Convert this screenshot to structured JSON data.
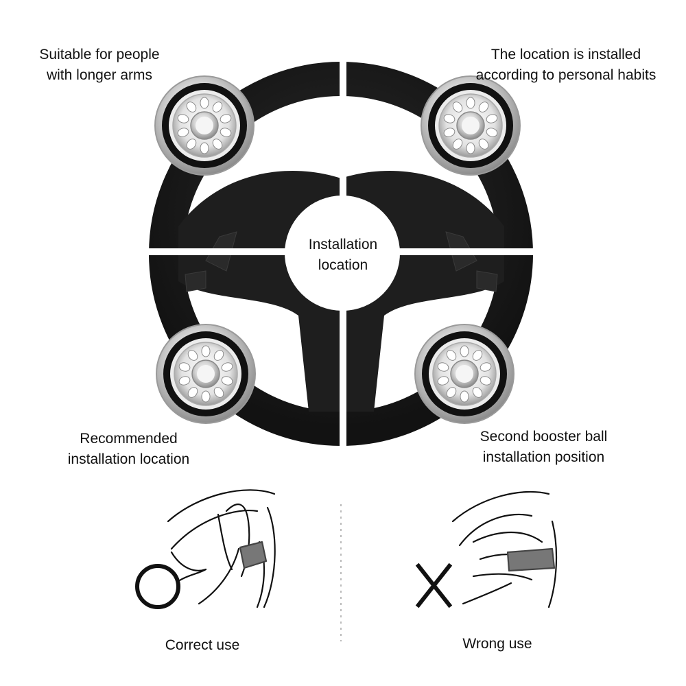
{
  "labels": {
    "top_left": [
      "Suitable for people",
      "with longer arms"
    ],
    "top_right": [
      "The location is installed",
      "according to personal habits"
    ],
    "bottom_left": [
      "Recommended",
      "installation location"
    ],
    "bottom_right": [
      "Second booster ball",
      "installation position"
    ],
    "center": [
      "Installation",
      "location"
    ]
  },
  "usage": {
    "correct_label": "Correct use",
    "wrong_label": "Wrong use",
    "correct_symbol": "O",
    "wrong_symbol": "X"
  },
  "colors": {
    "wheel": "#1c1c1c",
    "divider": "#ffffff",
    "ring_metal": "#c8c8c8",
    "line_art": "#111111"
  }
}
